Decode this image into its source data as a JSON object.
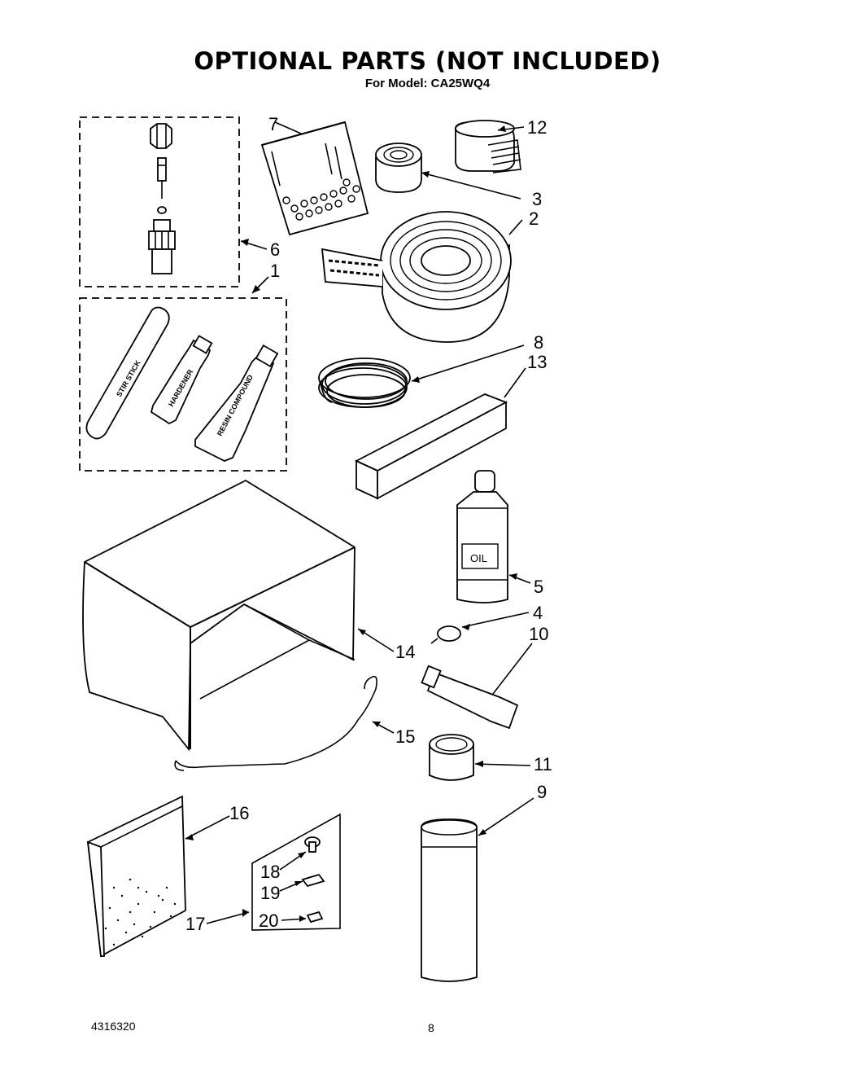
{
  "header": {
    "title": "OPTIONAL PARTS (NOT INCLUDED)",
    "subtitle": "For Model: CA25WQ4"
  },
  "callouts": {
    "c1": "1",
    "c2": "2",
    "c3": "3",
    "c4": "4",
    "c5": "5",
    "c6": "6",
    "c7": "7",
    "c8": "8",
    "c9": "9",
    "c10": "10",
    "c11": "11",
    "c12": "12",
    "c13": "13",
    "c14": "14",
    "c15": "15",
    "c16": "16",
    "c17": "17",
    "c18": "18",
    "c19": "19",
    "c20": "20"
  },
  "part_labels": {
    "stir_stick": "STIR STICK",
    "hardener": "HARDENER",
    "resin_compound": "RESIN COMPOUND",
    "oil": "OIL"
  },
  "footer": {
    "doc_number": "4316320",
    "page_number": "8"
  }
}
